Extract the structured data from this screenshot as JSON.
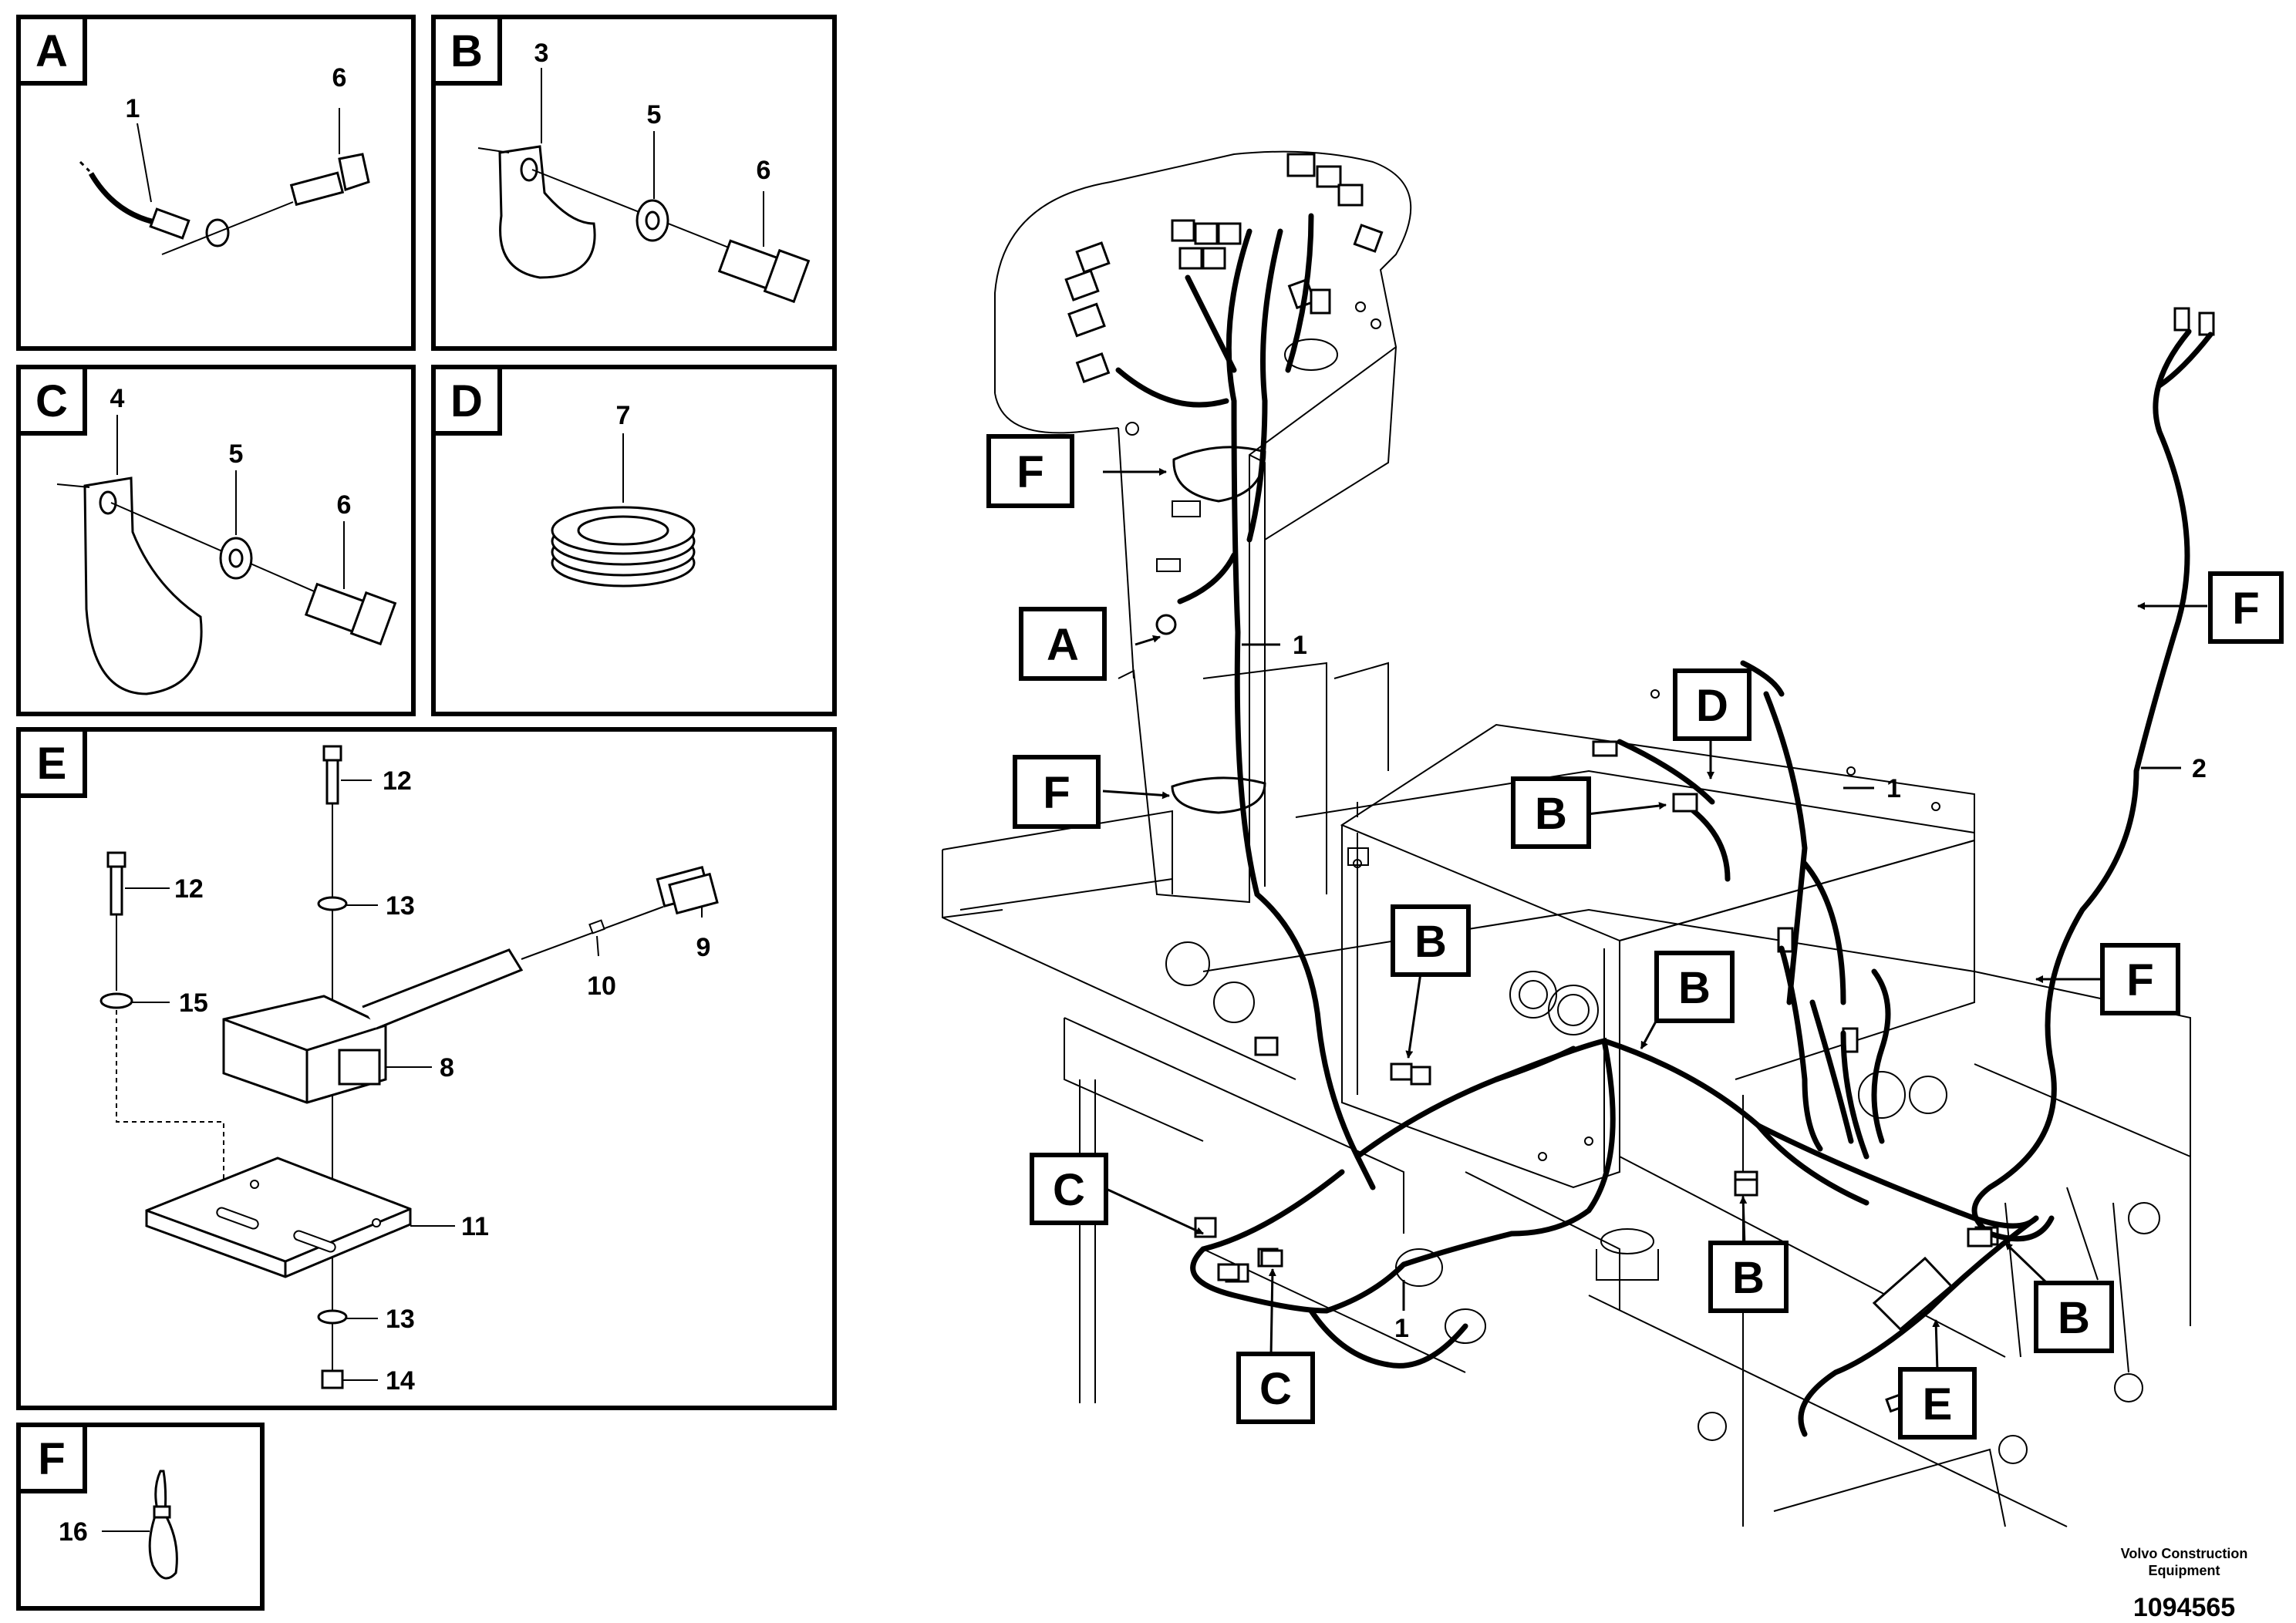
{
  "panels": [
    {
      "letter": "A",
      "numbers": [
        "1",
        "6"
      ]
    },
    {
      "letter": "B",
      "numbers": [
        "3",
        "5",
        "6"
      ]
    },
    {
      "letter": "C",
      "numbers": [
        "4",
        "5",
        "6"
      ]
    },
    {
      "letter": "D",
      "numbers": [
        "7"
      ]
    },
    {
      "letter": "E",
      "numbers": [
        "12",
        "12",
        "13",
        "15",
        "10",
        "9",
        "8",
        "11",
        "13",
        "14"
      ]
    },
    {
      "letter": "F",
      "numbers": [
        "16"
      ]
    }
  ],
  "main_callouts": [
    "F",
    "A",
    "F",
    "B",
    "D",
    "B",
    "B",
    "C",
    "B",
    "C",
    "B",
    "E",
    "F",
    "F"
  ],
  "main_numbers": [
    "1",
    "1",
    "2",
    "1"
  ],
  "footer": {
    "brand": "Volvo Construction Equipment",
    "drawing_number": "1094565"
  }
}
